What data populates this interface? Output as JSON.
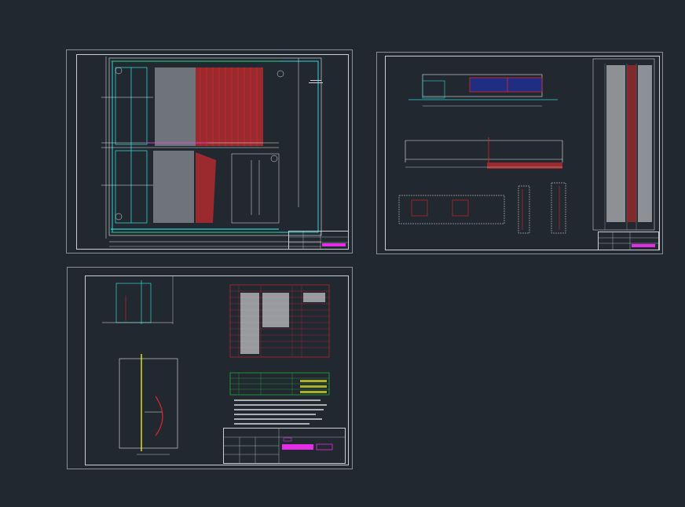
{
  "drawings": [
    {
      "id": "sheet-1"
    },
    {
      "id": "sheet-2"
    },
    {
      "id": "sheet-3"
    }
  ],
  "colors": {
    "background": "#212830",
    "sheet_border": "#8a8f96",
    "line_white": "#e6e8ea",
    "line_red": "#e0262a",
    "line_cyan": "#2fd4d4",
    "line_green": "#27d63a",
    "line_magenta": "#e62de6",
    "line_yellow": "#e8e826",
    "line_blue": "#2f4fd6"
  }
}
